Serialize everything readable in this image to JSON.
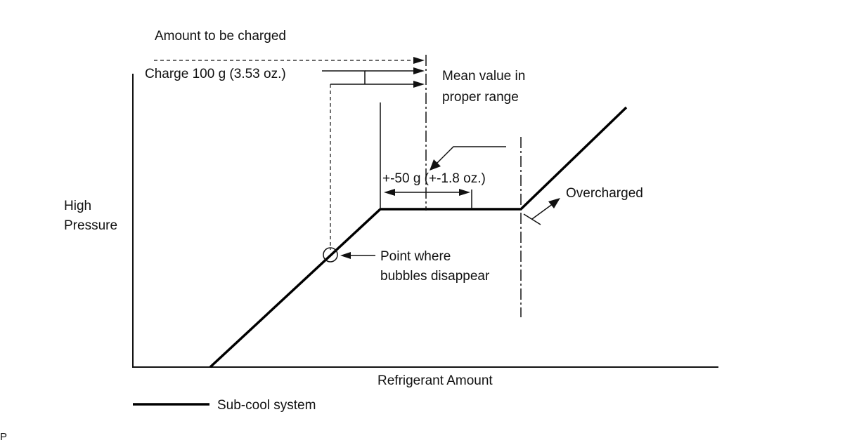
{
  "diagram": {
    "labels": {
      "amount_to_be_charged": "Amount to be charged",
      "charge_amount": "Charge 100 g (3.53 oz.)",
      "mean_value_line1": "Mean value in",
      "mean_value_line2": "proper range",
      "tolerance": "+-50 g (+-1.8 oz.)",
      "overcharged": "Overcharged",
      "point_line1": "Point where",
      "point_line2": "bubbles disappear",
      "y_axis_line1": "High",
      "y_axis_line2": "Pressure",
      "x_axis": "Refrigerant Amount",
      "legend": "Sub-cool system",
      "corner_mark": "P"
    }
  }
}
